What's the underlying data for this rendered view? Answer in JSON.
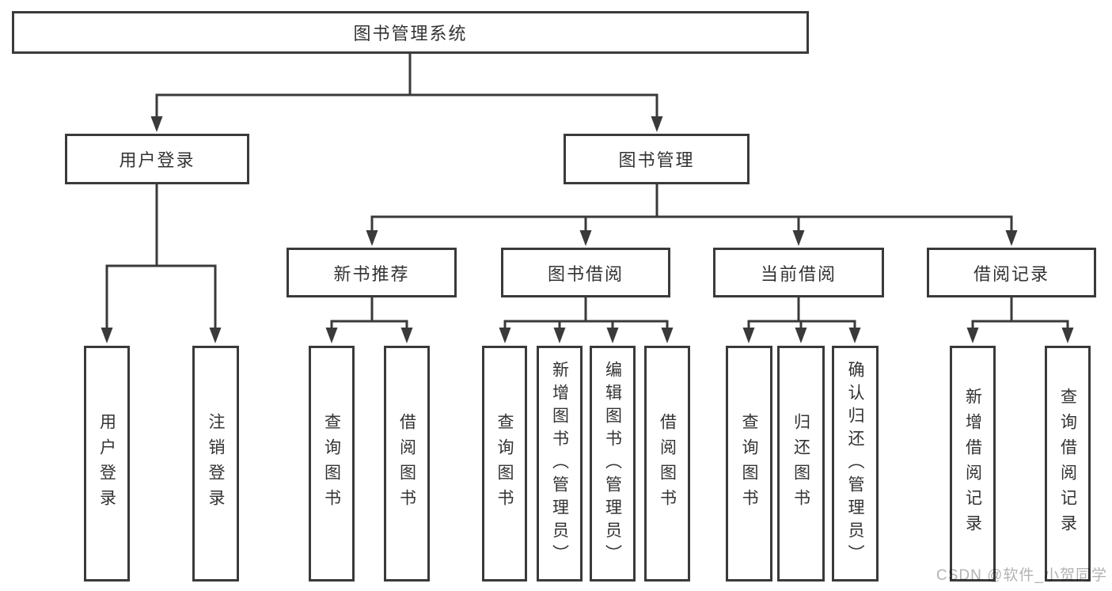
{
  "colors": {
    "line": "#3a3a3a",
    "text": "#333333",
    "background": "#ffffff",
    "watermark": "#b3b3b3"
  },
  "watermark": {
    "text": "CSDN @软件_小贺同学"
  },
  "tree": {
    "root": {
      "label": "图书管理系统"
    },
    "children": [
      {
        "label": "用户登录",
        "children": [
          {
            "label": "用户登录"
          },
          {
            "label": "注销登录"
          }
        ]
      },
      {
        "label": "图书管理",
        "children": [
          {
            "label": "新书推荐",
            "children": [
              {
                "label": "查询图书"
              },
              {
                "label": "借阅图书"
              }
            ]
          },
          {
            "label": "图书借阅",
            "children": [
              {
                "label": "查询图书"
              },
              {
                "label": "新增图书（管理员）"
              },
              {
                "label": "编辑图书（管理员）"
              },
              {
                "label": "借阅图书"
              }
            ]
          },
          {
            "label": "当前借阅",
            "children": [
              {
                "label": "查询图书"
              },
              {
                "label": "归还图书"
              },
              {
                "label": "确认归还（管理员）"
              }
            ]
          },
          {
            "label": "借阅记录",
            "children": [
              {
                "label": "新增借阅记录"
              },
              {
                "label": "查询借阅记录"
              }
            ]
          }
        ]
      }
    ]
  }
}
